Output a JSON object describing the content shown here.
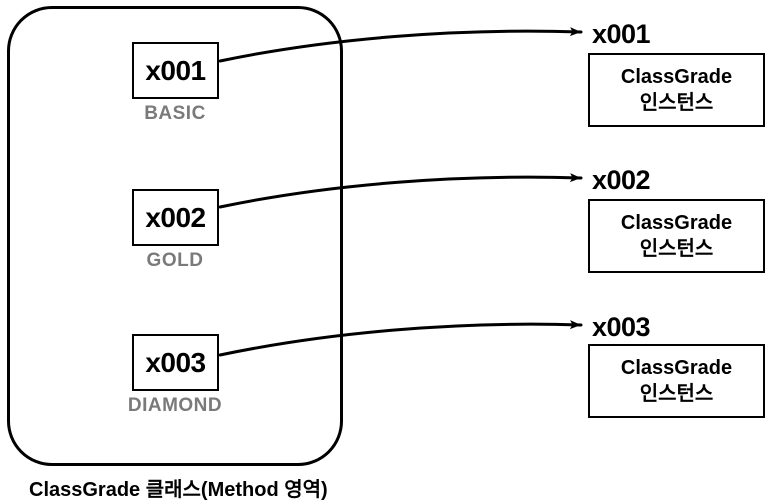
{
  "colors": {
    "line": "#000000",
    "grade_label": "#7a7a7a",
    "background": "#ffffff"
  },
  "class_area": {
    "caption": "ClassGrade 클래스(Method 영역)",
    "slots": [
      {
        "ref": "x001",
        "grade": "BASIC"
      },
      {
        "ref": "x002",
        "grade": "GOLD"
      },
      {
        "ref": "x003",
        "grade": "DIAMOND"
      }
    ]
  },
  "instances": [
    {
      "ref": "x001",
      "title": "ClassGrade",
      "subtitle": "인스턴스"
    },
    {
      "ref": "x002",
      "title": "ClassGrade",
      "subtitle": "인스턴스"
    },
    {
      "ref": "x003",
      "title": "ClassGrade",
      "subtitle": "인스턴스"
    }
  ]
}
